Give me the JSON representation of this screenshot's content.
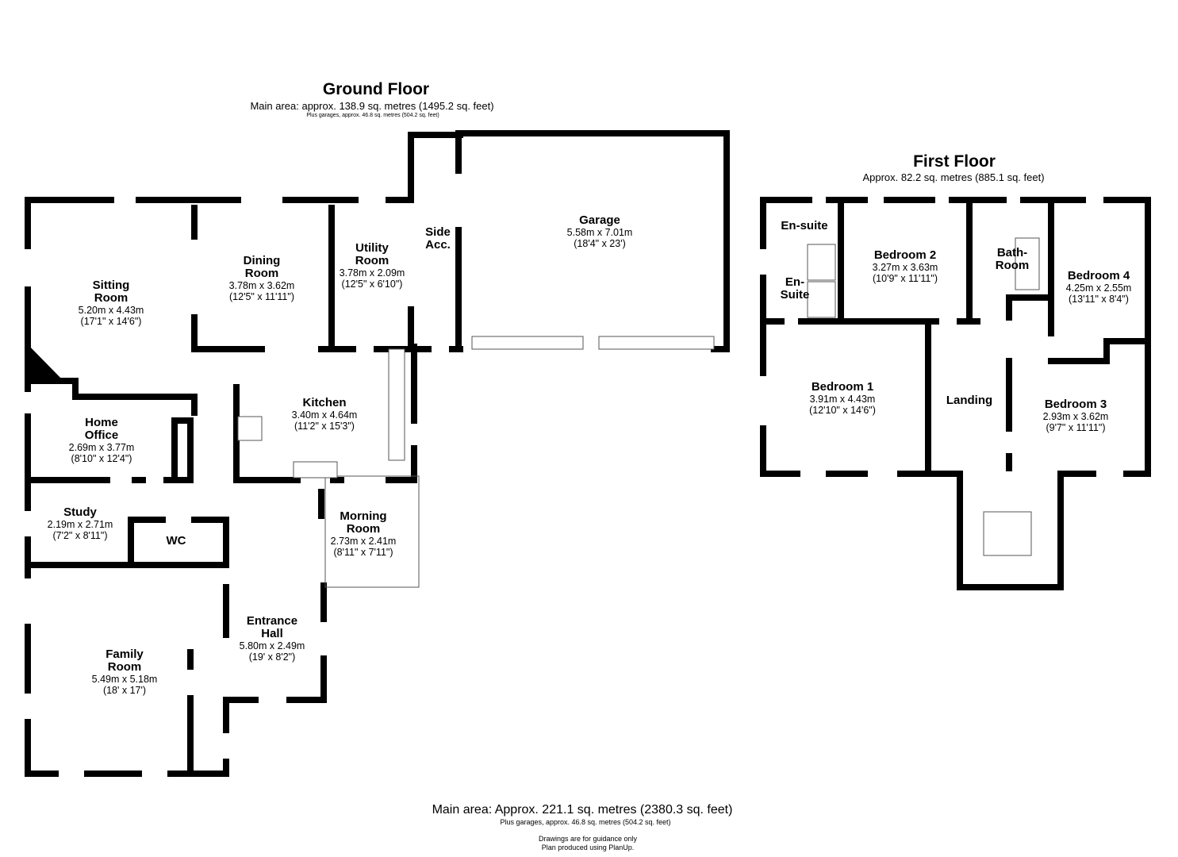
{
  "ground_floor": {
    "title": "Ground Floor",
    "area": "Main area: approx. 138.9 sq. metres (1495.2 sq. feet)",
    "garages": "Plus garages, approx. 46.8 sq. metres (504.2 sq. feet)",
    "rooms": [
      {
        "name": "Sitting Room",
        "l1": "Sitting",
        "l2": "Room",
        "dims": "5.20m x 4.43m",
        "imperial": "(17'1\" x 14'6\")"
      },
      {
        "name": "Dining Room",
        "l1": "Dining",
        "l2": "Room",
        "dims": "3.78m x 3.62m",
        "imperial": "(12'5\" x 11'11\")"
      },
      {
        "name": "Utility Room",
        "l1": "Utility",
        "l2": "Room",
        "dims": "3.78m x 2.09m",
        "imperial": "(12'5\" x 6'10\")"
      },
      {
        "name": "Side Acc.",
        "l1": "Side",
        "l2": "Acc."
      },
      {
        "name": "Garage",
        "l1": "Garage",
        "dims": "5.58m x 7.01m",
        "imperial": "(18'4\" x 23')"
      },
      {
        "name": "Kitchen",
        "l1": "Kitchen",
        "dims": "3.40m x 4.64m",
        "imperial": "(11'2\" x 15'3\")"
      },
      {
        "name": "Home Office",
        "l1": "Home",
        "l2": "Office",
        "dims": "2.69m x 3.77m",
        "imperial": "(8'10\" x 12'4\")"
      },
      {
        "name": "Study",
        "l1": "Study",
        "dims": "2.19m x 2.71m",
        "imperial": "(7'2\" x 8'11\")"
      },
      {
        "name": "WC",
        "l1": "WC"
      },
      {
        "name": "Morning Room",
        "l1": "Morning",
        "l2": "Room",
        "dims": "2.73m x 2.41m",
        "imperial": "(8'11\" x 7'11\")"
      },
      {
        "name": "Entrance Hall",
        "l1": "Entrance",
        "l2": "Hall",
        "dims": "5.80m x 2.49m",
        "imperial": "(19' x 8'2\")"
      },
      {
        "name": "Family Room",
        "l1": "Family",
        "l2": "Room",
        "dims": "5.49m x 5.18m",
        "imperial": "(18' x 17')"
      }
    ]
  },
  "first_floor": {
    "title": "First Floor",
    "area": "Approx. 82.2 sq. metres (885.1 sq. feet)",
    "rooms": [
      {
        "name": "En-suite",
        "l1": "En-suite"
      },
      {
        "name": "Bedroom 2",
        "l1": "Bedroom 2",
        "dims": "3.27m x 3.63m",
        "imperial": "(10'9\" x 11'11\")"
      },
      {
        "name": "Bath-Room",
        "l1": "Bath-",
        "l2": "Room"
      },
      {
        "name": "Bedroom 4",
        "l1": "Bedroom 4",
        "dims": "4.25m x 2.55m",
        "imperial": "(13'11\" x 8'4\")"
      },
      {
        "name": "En-Suite",
        "l1": "En-",
        "l2": "Suite"
      },
      {
        "name": "Bedroom 1",
        "l1": "Bedroom 1",
        "dims": "3.91m x 4.43m",
        "imperial": "(12'10\" x 14'6\")"
      },
      {
        "name": "Landing",
        "l1": "Landing"
      },
      {
        "name": "Bedroom 3",
        "l1": "Bedroom 3",
        "dims": "2.93m x 3.62m",
        "imperial": "(9'7\" x 11'11\")"
      }
    ]
  },
  "footer": {
    "area": "Main area: Approx. 221.1 sq. metres (2380.3 sq. feet)",
    "garages": "Plus garages, approx. 46.8 sq. metres (504.2 sq. feet)",
    "note1": "Drawings are for guidance only",
    "note2": "Plan produced using PlanUp."
  }
}
